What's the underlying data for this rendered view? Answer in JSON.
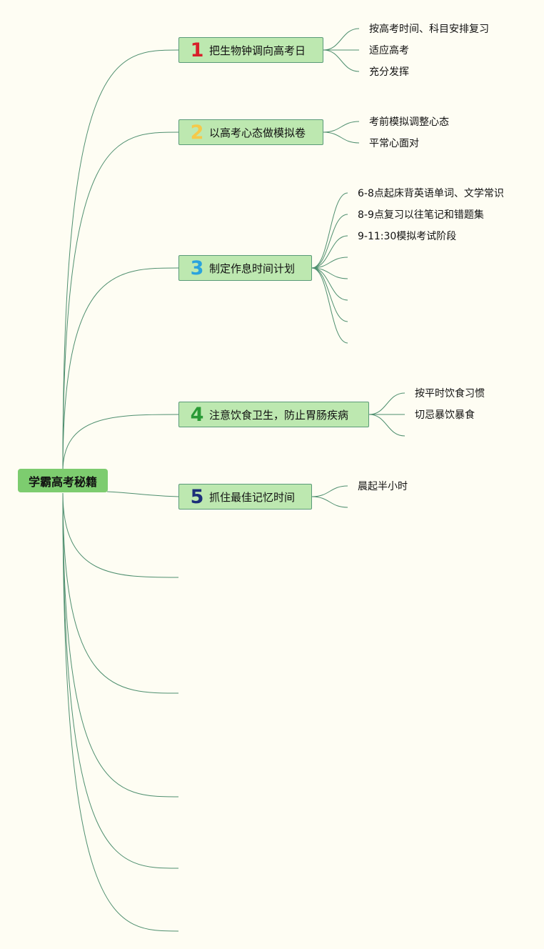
{
  "root": {
    "label": "学霸高考秘籍"
  },
  "branches": [
    {
      "number": "1",
      "label": "把生物钟调向高考日",
      "number_color": "#d81f2a",
      "children": [
        "按高考时间、科目安排复习",
        "适应高考",
        "充分发挥"
      ]
    },
    {
      "number": "2",
      "label": "以高考心态做模拟卷",
      "number_color": "#f5c94a",
      "children": [
        "考前模拟调整心态",
        "平常心面对"
      ]
    },
    {
      "number": "3",
      "label": "制定作息时间计划",
      "number_color": "#2aa3dd",
      "children": [
        "6-8点起床背英语单词、文学常识",
        "8-9点复习以往笔记和错题集",
        "9-11:30模拟考试阶段",
        "",
        "",
        "",
        "",
        ""
      ]
    },
    {
      "number": "4",
      "label": "注意饮食卫生，防止胃肠疾病",
      "number_color": "#2a9a36",
      "children": [
        "按平时饮食习惯",
        "切忌暴饮暴食",
        ""
      ]
    },
    {
      "number": "5",
      "label": "抓住最佳记忆时间",
      "number_color": "#1c2f7a",
      "children": [
        "晨起半小时",
        ""
      ]
    }
  ],
  "colors": {
    "background": "#fefdf3",
    "root_fill": "#7dcc6f",
    "branch_fill": "#bde8b0",
    "branch_border": "#5a9a78",
    "connector": "#4f8f6f"
  }
}
